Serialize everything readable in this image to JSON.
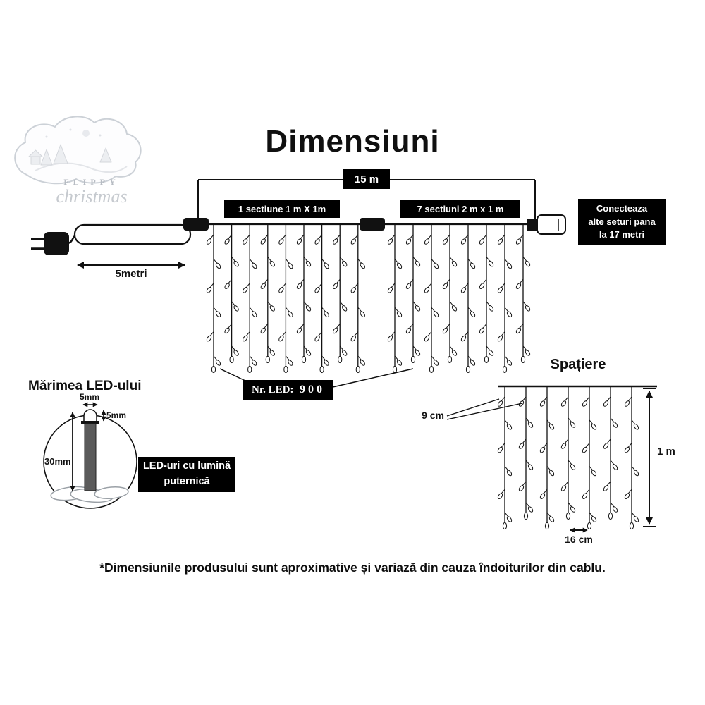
{
  "colors": {
    "ink": "#111111",
    "box_bg": "#000000",
    "box_text": "#ffffff"
  },
  "title": "Dimensiuni",
  "logo": {
    "line1": "FLIPPY",
    "line2": "christmas"
  },
  "main": {
    "total_length": "15 m",
    "section_left": "1 sectiune 1 m X 1m",
    "section_right": "7 sectiuni 2 m x 1 m",
    "connect_note": {
      "l1": "Conecteaza",
      "l2": "alte seturi pana",
      "l3": "la 17 metri"
    },
    "lead_length": "5metri",
    "led_count_label": "Nr. LED:",
    "led_count_value": "900"
  },
  "spacing": {
    "title": "Spațiere",
    "led_gap": "9 cm",
    "height": "1 m",
    "drop_gap": "16 cm"
  },
  "led_size": {
    "title": "Mărimea LED-ului",
    "width": "5mm",
    "cap": "5mm",
    "length": "30mm",
    "note_l1": "LED-uri cu lumină",
    "note_l2": "puternică"
  },
  "disclaimer": "*Dimensiunile produsului sunt aproximative și variază din cauza îndoiturilor din cablu."
}
